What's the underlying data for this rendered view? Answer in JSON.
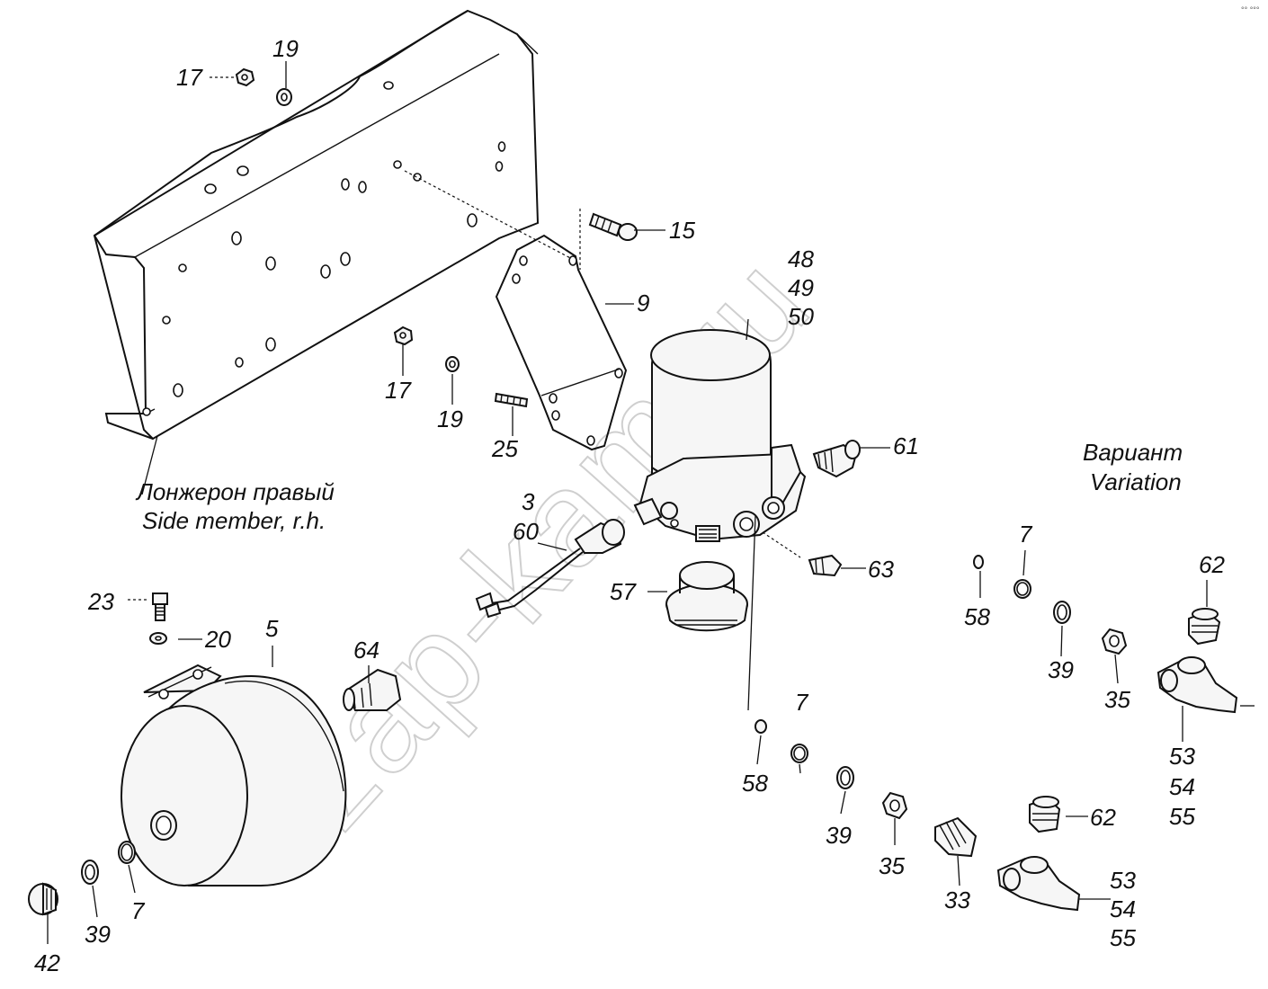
{
  "diagram": {
    "watermark": "zap-kam.ru",
    "corner_mark": "°° °°°",
    "captions": {
      "side_member_ru": "Лонжерон правый",
      "side_member_en": "Side member, r.h.",
      "variant_ru": "Вариант",
      "variant_en": "Variation"
    },
    "labels": {
      "l17a": "17",
      "l19a": "19",
      "l15": "15",
      "l9": "9",
      "l17b": "17",
      "l19b": "19",
      "l25": "25",
      "l48": "48",
      "l49": "49",
      "l50": "50",
      "l61": "61",
      "l3": "3",
      "l60": "60",
      "l57": "57",
      "l63": "63",
      "l23": "23",
      "l20": "20",
      "l5": "5",
      "l64": "64",
      "l42": "42",
      "l39a": "39",
      "l7a": "7",
      "l58a": "58",
      "l7b": "7",
      "l39b": "39",
      "l35a": "35",
      "l33": "33",
      "l62a": "62",
      "l53a": "53",
      "l54a": "54",
      "l55a": "55",
      "l58b": "58",
      "l7c": "7",
      "l39c": "39",
      "l35b": "35",
      "l62b": "62",
      "l53b": "53",
      "l54b": "54",
      "l55b": "55"
    }
  }
}
